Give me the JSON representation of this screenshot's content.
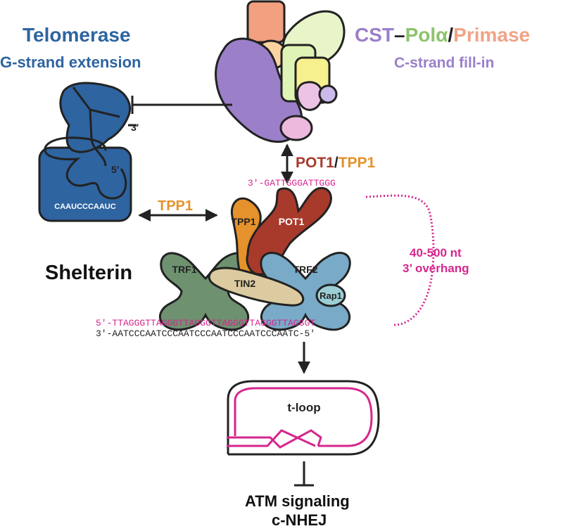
{
  "telomerase": {
    "title": "Telomerase",
    "subtitle": "G-strand extension",
    "template_seq": "CAAUCCCAAUC",
    "end_3": "3′",
    "end_5": "5′"
  },
  "cst": {
    "cst": "CST",
    "dash": "–",
    "pol": "Polα",
    "slash": "/",
    "primase": "Primase",
    "subtitle": "C-strand fill-in"
  },
  "pot1_tpp1": {
    "pot1": "POT1",
    "slash": "/",
    "tpp1": "TPP1"
  },
  "tpp1_arrow_label": "TPP1",
  "shelterin": {
    "title": "Shelterin",
    "proteins": {
      "trf1": "TRF1",
      "trf2": "TRF2",
      "tin2": "TIN2",
      "tpp1": "TPP1",
      "pot1": "POT1",
      "rap1": "Rap1"
    }
  },
  "overhang": {
    "line1": "40-500 nt",
    "line2": "3’ overhang"
  },
  "dna": {
    "top_strand": "5′-TTAGGGTTAGGGTTAGGGTTAGGGTTAGGGTTAGGGT",
    "bottom_strand": "3′-AATCCCAATCCCAATCCCAATCCCAATCCCAATC-5′",
    "overhang_seq": "3′-GATTGGGATTGGG"
  },
  "tloop": {
    "label": "t-loop"
  },
  "outcome": {
    "line1": "ATM signaling",
    "line2": "c-NHEJ"
  },
  "colors": {
    "telomerase": "#2e64a0",
    "cst": "#9b7fc9",
    "pol": "#8cc36b",
    "primase": "#f0a486",
    "pot1": "#a83a2c",
    "tpp1": "#e5922c",
    "magenta": "#d6268e",
    "trf1": "#6e9170",
    "trf2": "#79aac7",
    "tin2": "#dccba0",
    "rap1": "#9ccfd5"
  }
}
